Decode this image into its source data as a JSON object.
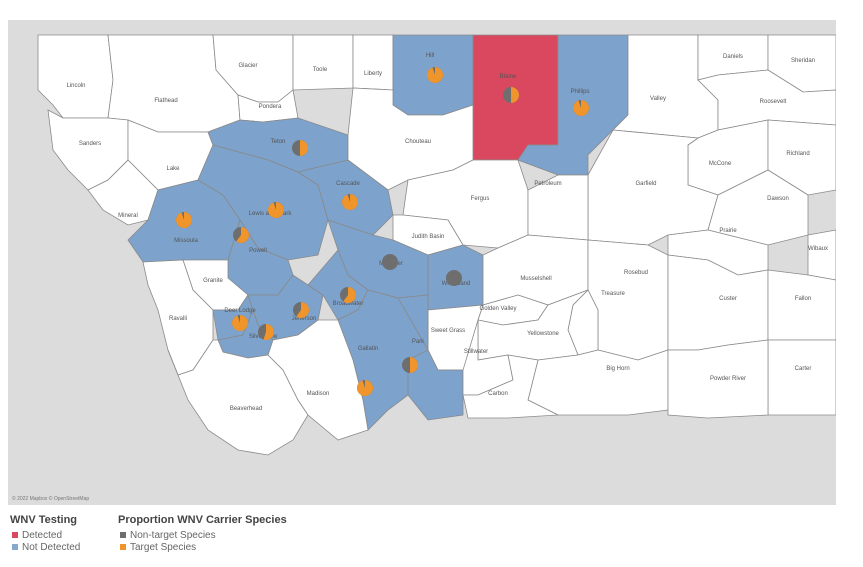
{
  "map": {
    "attribution": "© 2022 Mapbox © OpenStreetMap",
    "counties": [
      {
        "name": "Lincoln",
        "status": "none"
      },
      {
        "name": "Flathead",
        "status": "none"
      },
      {
        "name": "Glacier",
        "status": "none"
      },
      {
        "name": "Toole",
        "status": "none"
      },
      {
        "name": "Liberty",
        "status": "none"
      },
      {
        "name": "Hill",
        "status": "not_detected",
        "pie": {
          "target": 0.95
        }
      },
      {
        "name": "Blaine",
        "status": "detected",
        "pie": {
          "target": 0.5
        }
      },
      {
        "name": "Phillips",
        "status": "not_detected",
        "pie": {
          "target": 0.95
        }
      },
      {
        "name": "Valley",
        "status": "none"
      },
      {
        "name": "Daniels",
        "status": "none"
      },
      {
        "name": "Sheridan",
        "status": "none"
      },
      {
        "name": "Roosevelt",
        "status": "none"
      },
      {
        "name": "Pondera",
        "status": "none"
      },
      {
        "name": "Sanders",
        "status": "none"
      },
      {
        "name": "Lake",
        "status": "none"
      },
      {
        "name": "Teton",
        "status": "not_detected",
        "pie": {
          "target": 0.5
        }
      },
      {
        "name": "Chouteau",
        "status": "none"
      },
      {
        "name": "McCone",
        "status": "none"
      },
      {
        "name": "Richland",
        "status": "none"
      },
      {
        "name": "Mineral",
        "status": "none"
      },
      {
        "name": "Lewis and Clark",
        "status": "not_detected",
        "pie": {
          "target": 0.95
        }
      },
      {
        "name": "Cascade",
        "status": "not_detected",
        "pie": {
          "target": 0.95
        }
      },
      {
        "name": "Garfield",
        "status": "none"
      },
      {
        "name": "Dawson",
        "status": "none"
      },
      {
        "name": "Fergus",
        "status": "none"
      },
      {
        "name": "Petroleum",
        "status": "none"
      },
      {
        "name": "Missoula",
        "status": "not_detected",
        "pie": {
          "target": 0.95
        }
      },
      {
        "name": "Judith Basin",
        "status": "none"
      },
      {
        "name": "Prairie",
        "status": "none"
      },
      {
        "name": "Wibaux",
        "status": "none"
      },
      {
        "name": "Powell",
        "status": "not_detected",
        "pie": {
          "target": 0.6
        }
      },
      {
        "name": "Granite",
        "status": "none"
      },
      {
        "name": "Meagher",
        "status": "not_detected",
        "pie": {
          "target": 0.0
        }
      },
      {
        "name": "Wheatland",
        "status": "not_detected",
        "pie": {
          "target": 0.0
        }
      },
      {
        "name": "Musselshell",
        "status": "none"
      },
      {
        "name": "Rosebud",
        "status": "none"
      },
      {
        "name": "Ravalli",
        "status": "none"
      },
      {
        "name": "Deer Lodge",
        "status": "not_detected",
        "pie": {
          "target": 0.95
        }
      },
      {
        "name": "Jefferson",
        "status": "not_detected",
        "pie": {
          "target": 0.6
        }
      },
      {
        "name": "Broadwater",
        "status": "not_detected",
        "pie": {
          "target": 0.6
        }
      },
      {
        "name": "Golden Valley",
        "status": "none"
      },
      {
        "name": "Treasure",
        "status": "none"
      },
      {
        "name": "Custer",
        "status": "none"
      },
      {
        "name": "Fallon",
        "status": "none"
      },
      {
        "name": "Silver Bow",
        "status": "not_detected",
        "pie": {
          "target": 0.55
        }
      },
      {
        "name": "Sweet Grass",
        "status": "none"
      },
      {
        "name": "Yellowstone",
        "status": "none"
      },
      {
        "name": "Gallatin",
        "status": "not_detected",
        "pie": {
          "target": 0.95
        }
      },
      {
        "name": "Park",
        "status": "not_detected",
        "pie": {
          "target": 0.5
        }
      },
      {
        "name": "Stillwater",
        "status": "none"
      },
      {
        "name": "Big Horn",
        "status": "none"
      },
      {
        "name": "Carter",
        "status": "none"
      },
      {
        "name": "Beaverhead",
        "status": "none"
      },
      {
        "name": "Madison",
        "status": "none"
      },
      {
        "name": "Carbon",
        "status": "none"
      },
      {
        "name": "Powder River",
        "status": "none"
      }
    ]
  },
  "legend": {
    "testing_title": "WNV Testing",
    "testing_items": [
      {
        "label": "Detected",
        "color": "#d9485e"
      },
      {
        "label": "Not Detected",
        "color": "#86a8cc"
      }
    ],
    "species_title": "Proportion WNV Carrier Species",
    "species_items": [
      {
        "label": "Non-target Species",
        "color": "#6e6e6e"
      },
      {
        "label": "Target Species",
        "color": "#f0952c"
      }
    ]
  },
  "colors": {
    "detected": "#d9485e",
    "not_detected": "#7da2cc",
    "none": "#ffffff",
    "target": "#f0952c",
    "non_target": "#6e6e6e",
    "basemap": "#dcdcdc"
  }
}
